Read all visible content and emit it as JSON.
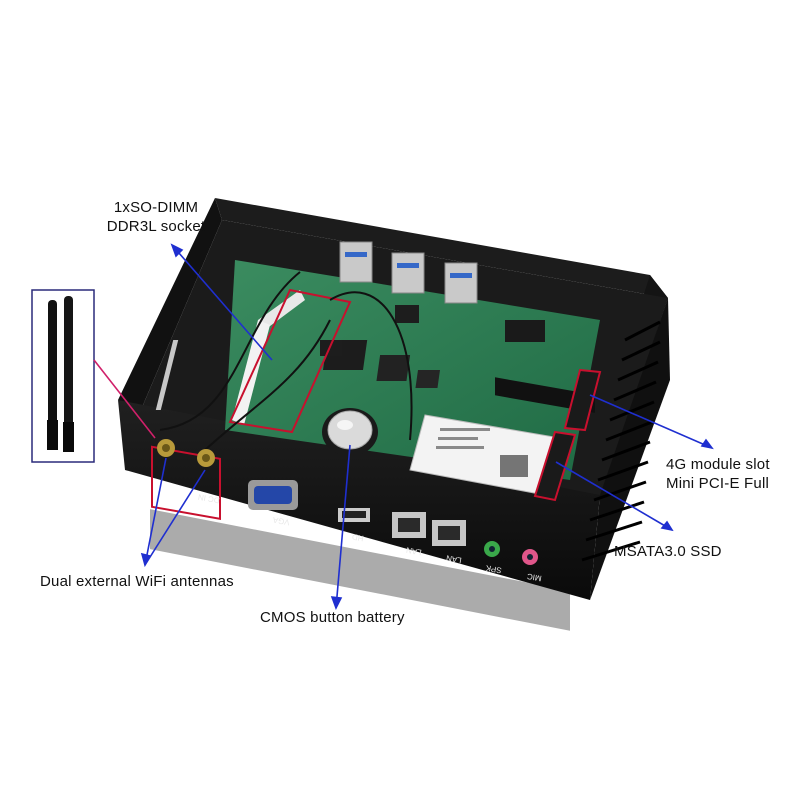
{
  "callouts": {
    "sodimm": {
      "line1": "1xSO-DIMM",
      "line2": "DDR3L socket"
    },
    "module_slot": {
      "line1": "4G module slot",
      "line2": "Mini PCI-E Full"
    },
    "msata": {
      "label": "MSATA3.0 SSD"
    },
    "wifi": {
      "label": "Dual external WiFi antennas"
    },
    "cmos": {
      "label": "CMOS button battery"
    }
  },
  "ports": {
    "dc": "DC IN",
    "vga": "VGA",
    "hd": "HD",
    "lan1": "LAN",
    "lan2": "LAN",
    "spk": "SPK",
    "mic": "MIC"
  },
  "colors": {
    "pointer": "#1f2fd0",
    "highlight": "#c8102e",
    "antenna_box": "#2a2a7a",
    "case": "#1a1a1a",
    "board": "#2f7d53"
  }
}
